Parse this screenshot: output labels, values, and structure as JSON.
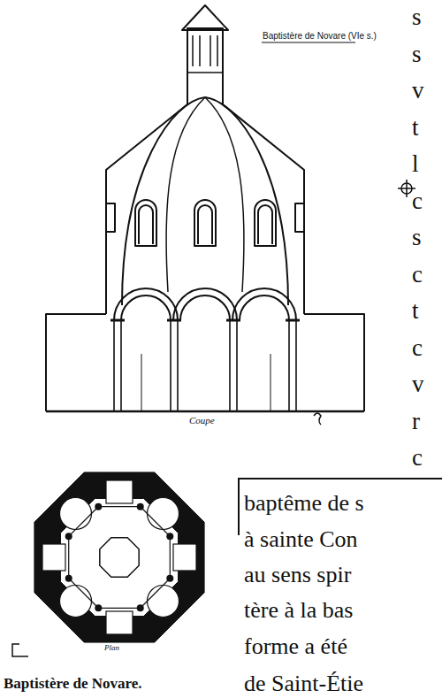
{
  "diagram": {
    "caption": "Baptistère de Novare.",
    "labels": [
      "Baptistère de Novare (VIe s.)",
      "Coupe",
      "Plan",
      "s",
      "s",
      "v",
      "t",
      "l",
      "c",
      "s",
      "c",
      "t",
      "c",
      "v",
      "r",
      "c",
      "baptême de s",
      "à sainte Con",
      "au sens spir",
      "tère à la bas",
      "forme a été",
      "de Saint-Étie"
    ]
  }
}
